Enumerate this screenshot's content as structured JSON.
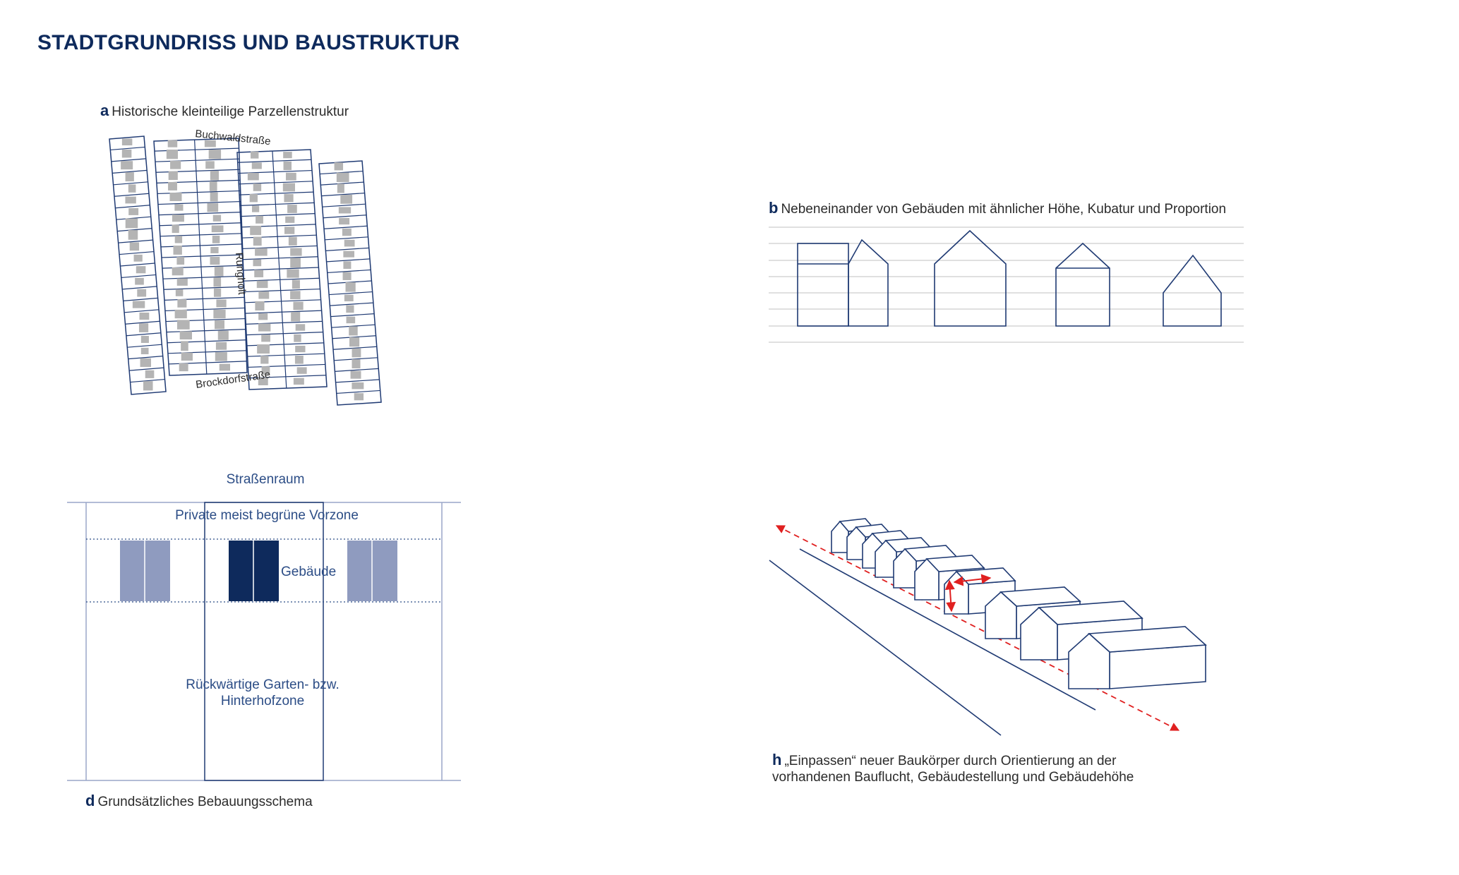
{
  "title": "STADTGRUNDRISS UND BAUSTRUKTUR",
  "colors": {
    "navy": "#0e2a5c",
    "line_blue": "#1f3a73",
    "building_gray": "#b4b4b4",
    "light_building": "#8f9bbf",
    "accent_red": "#e02020",
    "grid_gray": "#d6d6d6"
  },
  "panel_a": {
    "letter": "a",
    "caption": "Historische kleinteilige Parzellenstruktur",
    "streets": {
      "north": "Buchwaldstraße",
      "south": "Brockdorfstraße",
      "middle": "Rungholt"
    }
  },
  "panel_b": {
    "letter": "b",
    "caption": "Nebeneinander von Gebäuden mit ähnlicher Höhe, Kubatur und Proportion"
  },
  "panel_d": {
    "letter": "d",
    "caption": "Grundsätzliches Bebauungsschema",
    "street_space": "Straßenraum",
    "front_zone": "Private meist begrüne Vorzone",
    "building": "Gebäude",
    "back_zone_line1": "Rückwärtige Garten- bzw.",
    "back_zone_line2": "Hinterhofzone"
  },
  "panel_h": {
    "letter": "h",
    "caption_line1": "„Einpassen“ neuer Baukörper durch Orientierung an der",
    "caption_line2": "vorhandenen Bauflucht, Gebäudestellung und Gebäudehöhe"
  }
}
